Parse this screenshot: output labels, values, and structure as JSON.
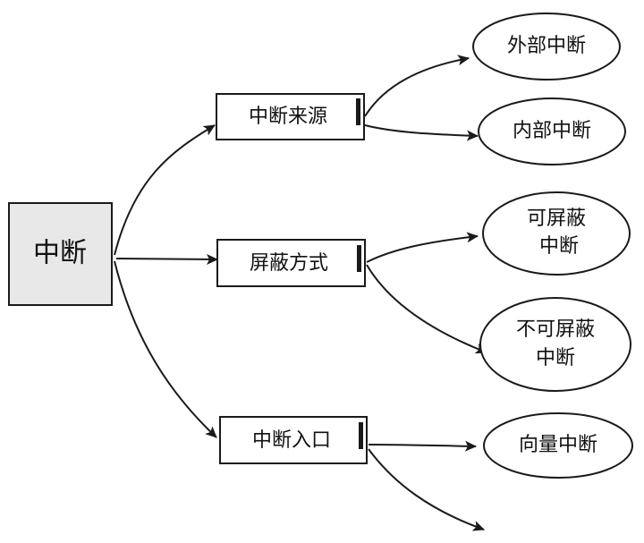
{
  "root": {
    "label": "中断"
  },
  "branches": [
    {
      "label": "中断来源"
    },
    {
      "label": "屏蔽方式"
    },
    {
      "label": "中断入口"
    }
  ],
  "leaves": [
    {
      "lines": [
        "外部中断"
      ]
    },
    {
      "lines": [
        "内部中断"
      ]
    },
    {
      "lines": [
        "可屏蔽",
        "中断"
      ]
    },
    {
      "lines": [
        "不可屏蔽",
        "中断"
      ]
    },
    {
      "lines": [
        "向量中断"
      ]
    }
  ],
  "colors": {
    "root_fill": "#e8e8e8",
    "stroke": "#1a1a1a"
  }
}
